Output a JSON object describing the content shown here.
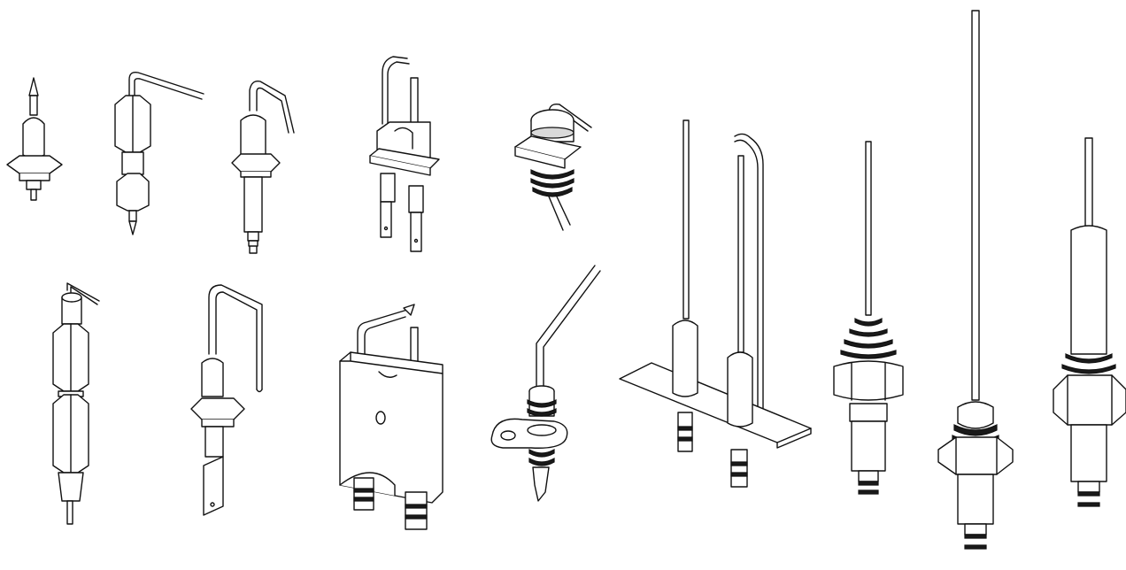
{
  "illustration": {
    "background": "#ffffff",
    "line_color": "#111111",
    "items": [
      "ignition-electrode",
      "double-hex-electrode",
      "square-flange-bent-electrode",
      "twin-rod-bracket-electrode",
      "grommet-electrode",
      "long-hex-bent-electrode",
      "hook-electrode-with-tab",
      "block-twin-electrode",
      "oval-flange-electrode",
      "plate-twin-rod-electrode",
      "threaded-nut-rod-electrode",
      "tall-threaded-rod-electrode",
      "large-threaded-rod-electrode"
    ]
  }
}
